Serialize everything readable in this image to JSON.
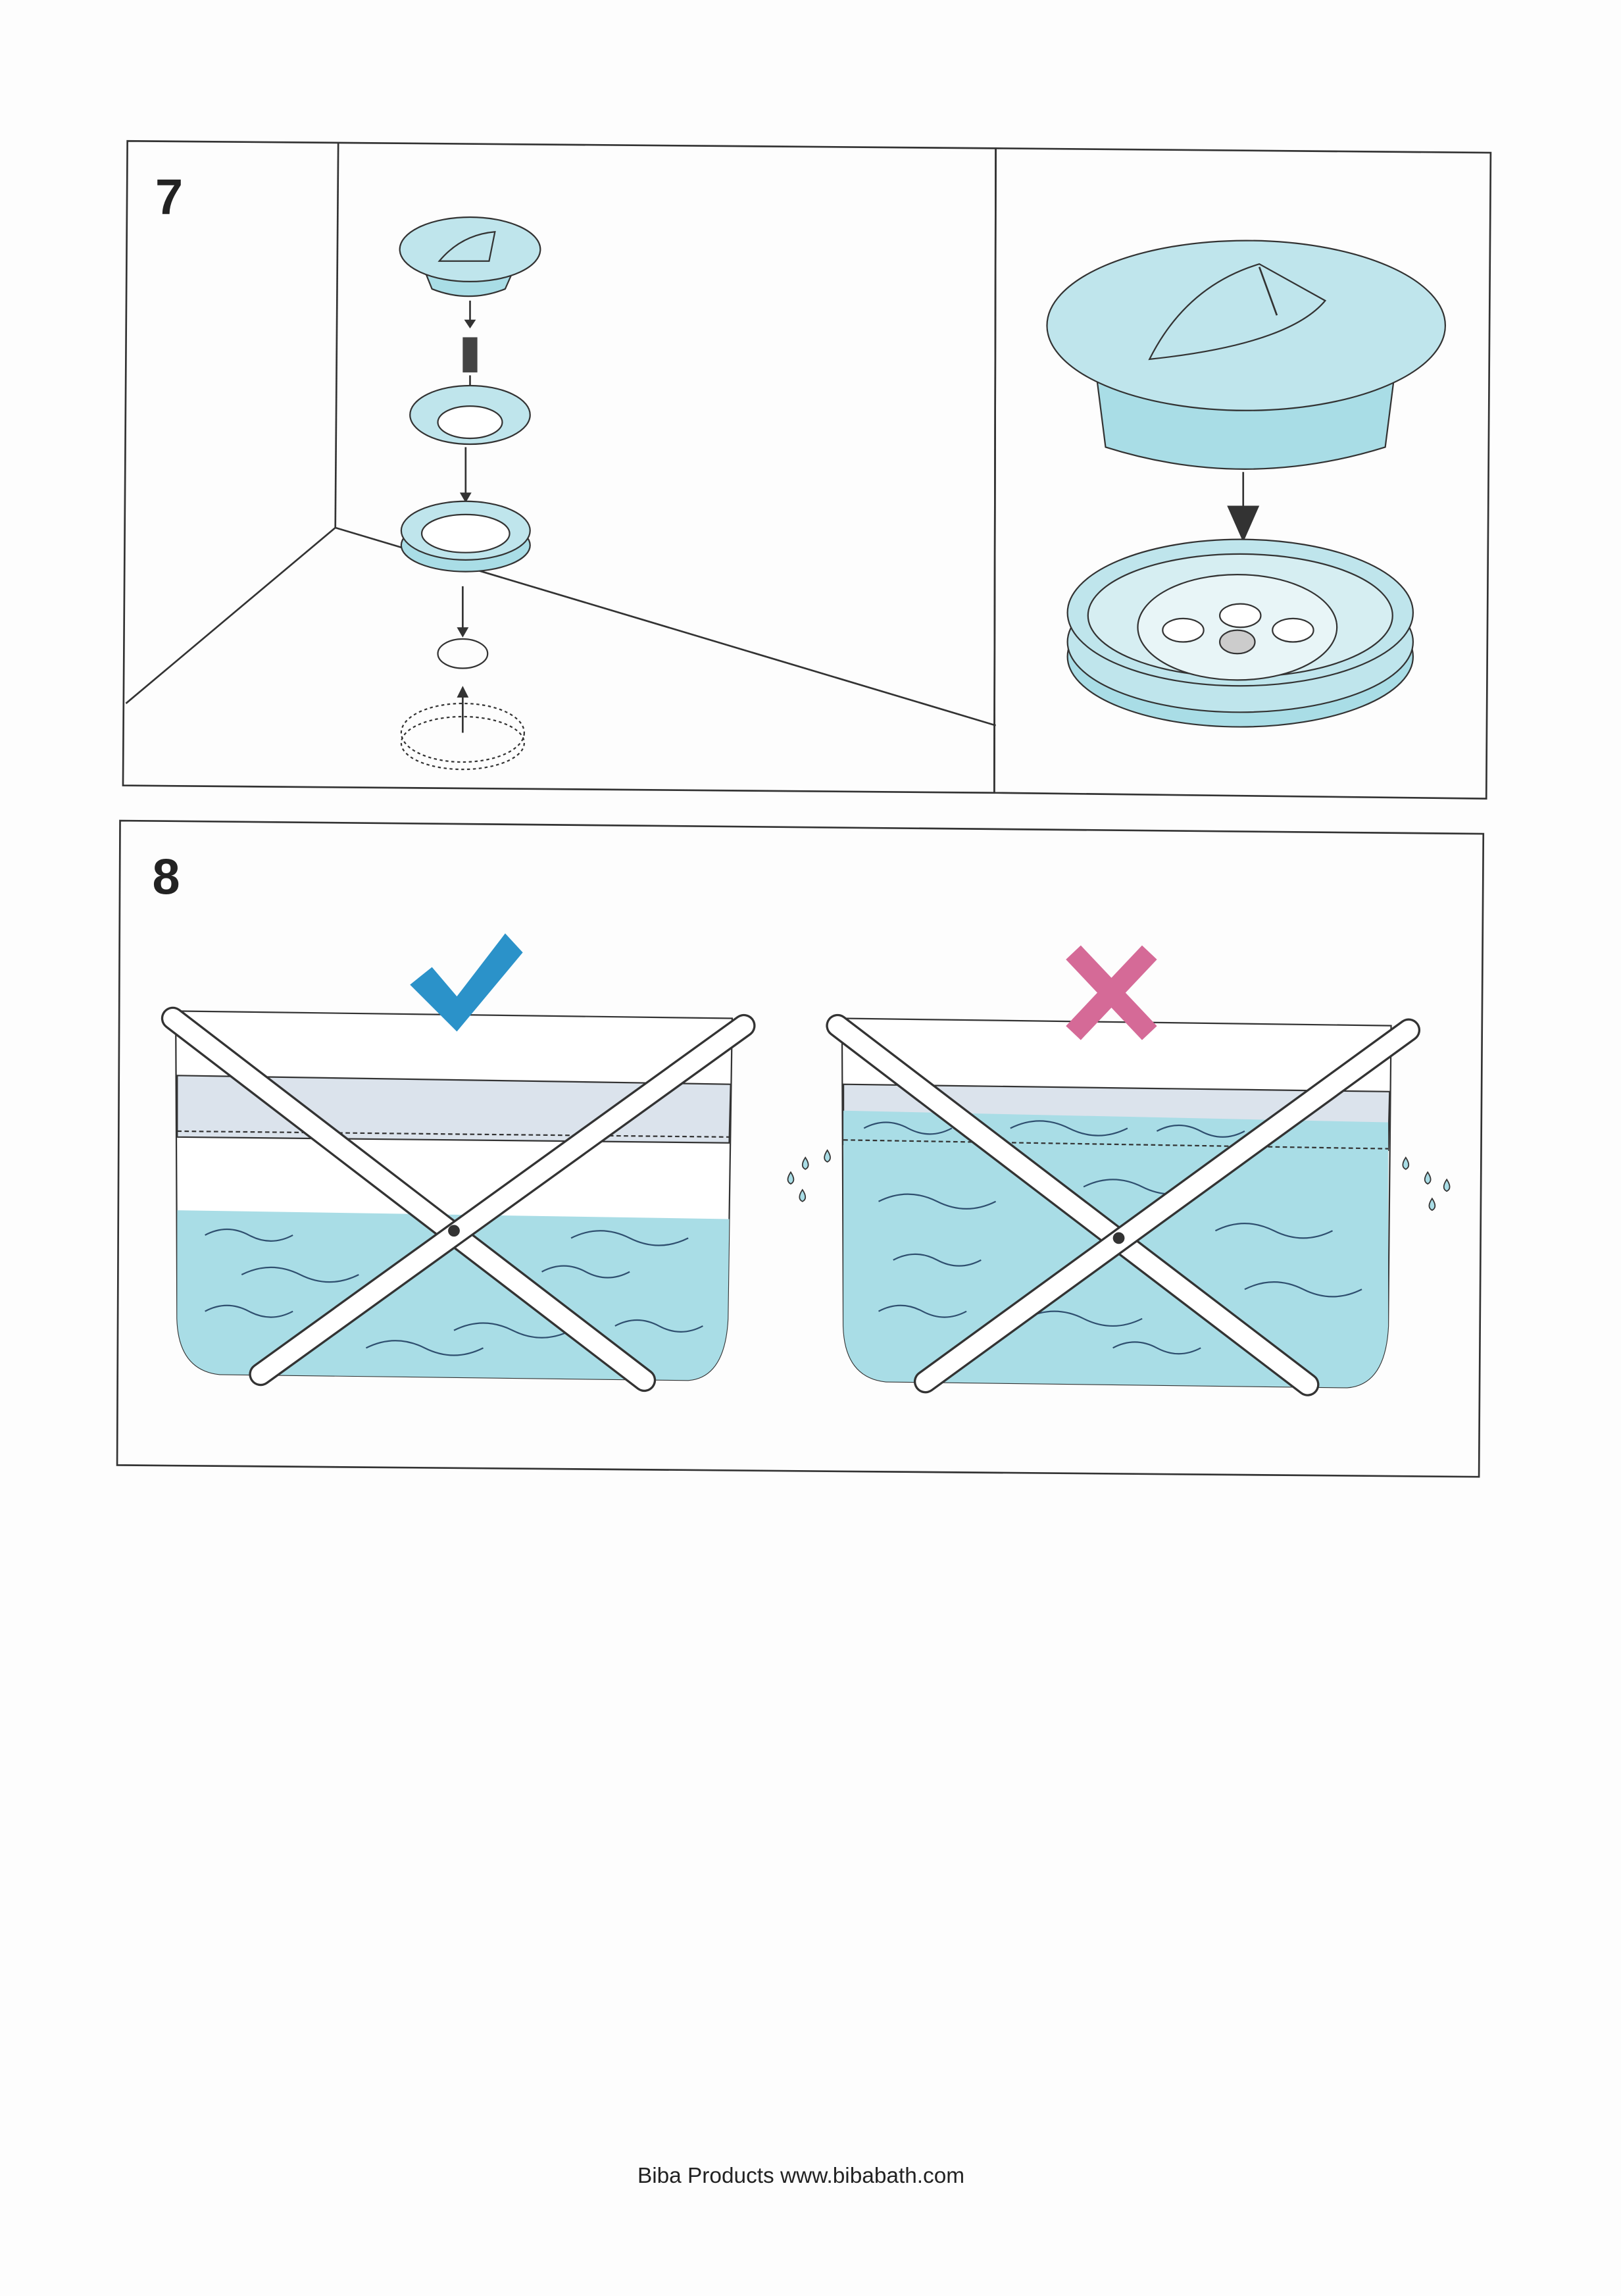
{
  "steps": [
    {
      "number": "7"
    },
    {
      "number": "8"
    }
  ],
  "footer": {
    "text": "Biba Products www.bibabath.com"
  },
  "colors": {
    "water": "#a9dde6",
    "band": "#dbe3ec",
    "correct": "#2b92c9",
    "incorrect": "#d56a97",
    "line": "#333333"
  },
  "icons": {
    "correct": "check-icon",
    "incorrect": "cross-icon"
  }
}
